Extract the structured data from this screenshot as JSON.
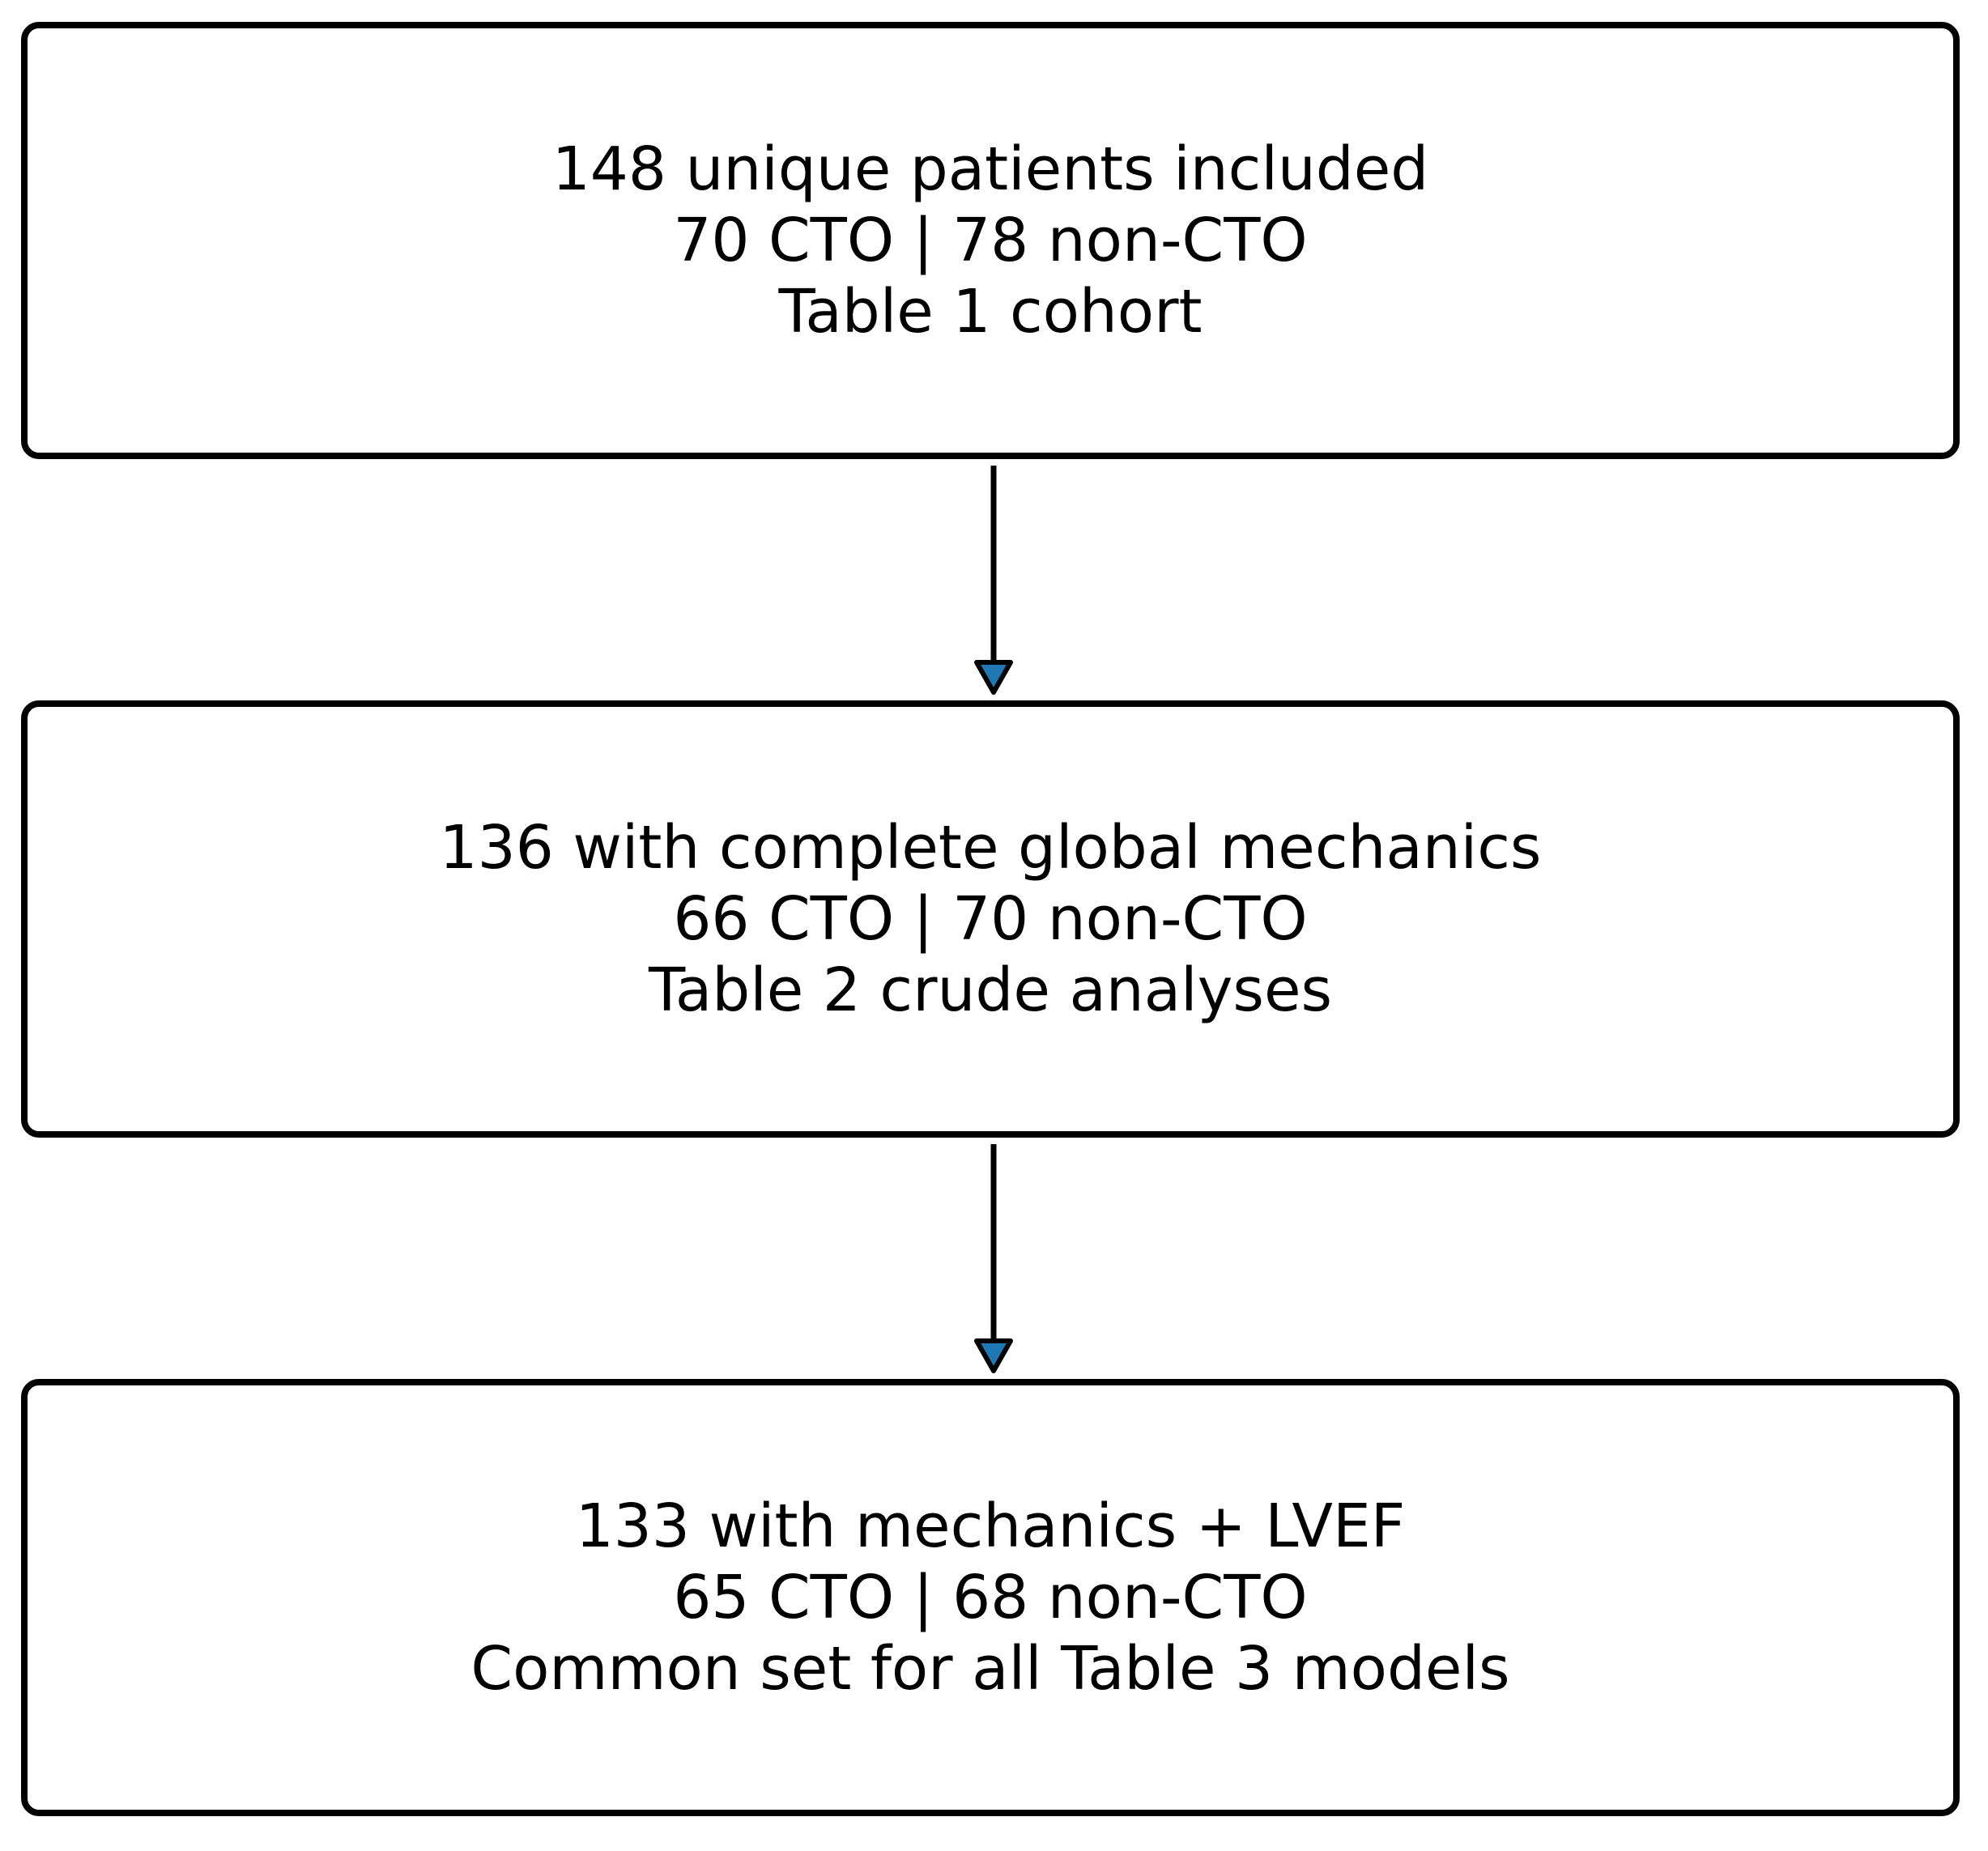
{
  "diagram": {
    "boxes": [
      {
        "line1": "148 unique patients included",
        "line2": "70 CTO | 78 non-CTO",
        "line3": "Table 1 cohort"
      },
      {
        "line1": "136 with complete global mechanics",
        "line2": "66 CTO | 70 non-CTO",
        "line3": "Table 2 crude analyses"
      },
      {
        "line1": "133 with mechanics + LVEF",
        "line2": "65 CTO | 68 non-CTO",
        "line3": "Common set for all Table 3 models"
      }
    ],
    "arrow_head_color": "#1f77b4",
    "line_color": "#000000"
  }
}
